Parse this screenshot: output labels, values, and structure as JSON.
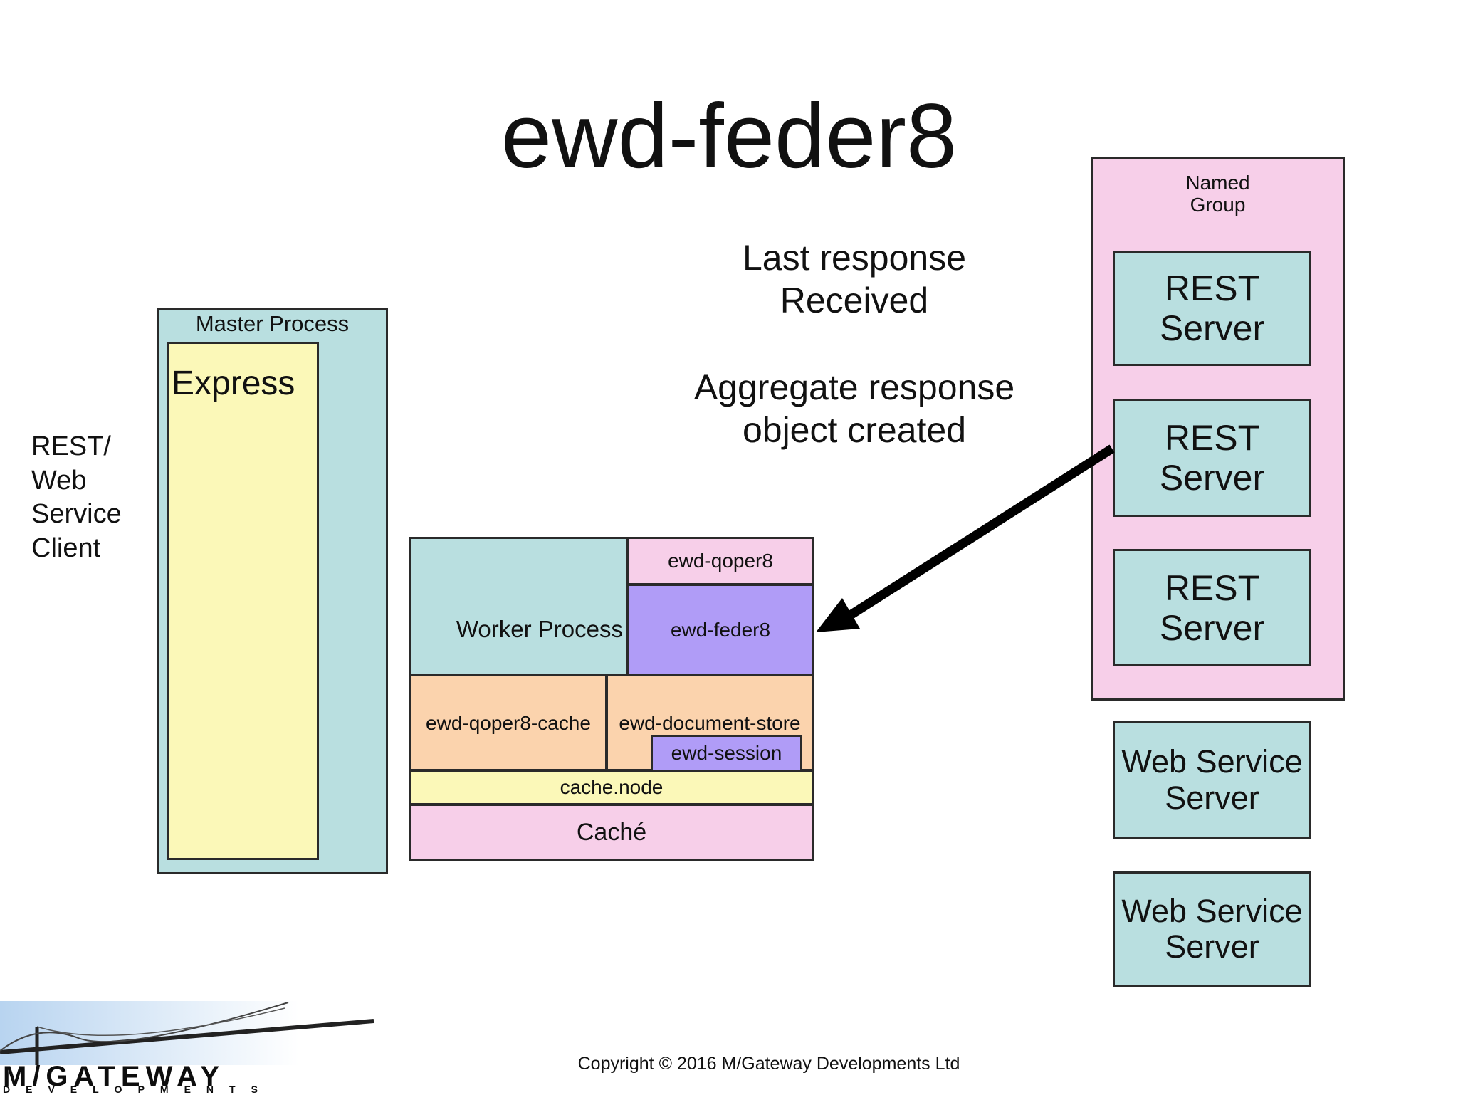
{
  "title": "ewd-feder8",
  "client_label": "REST/\nWeb\nService\nClient",
  "master_process": {
    "label": "Master Process",
    "express": "Express"
  },
  "annotations": {
    "last_response": "Last response\nReceived",
    "aggregate": "Aggregate response\nobject created"
  },
  "worker_stack": {
    "worker_process": "Worker Process",
    "qoper8": "ewd-qoper8",
    "feder8": "ewd-feder8",
    "qoper8_cache": "ewd-qoper8-cache",
    "document_store": "ewd-document-store",
    "session": "ewd-session",
    "cache_node": "cache.node",
    "cache": "Caché"
  },
  "named_group": {
    "label": "Named\nGroup",
    "servers": [
      "REST\nServer",
      "REST\nServer",
      "REST\nServer"
    ]
  },
  "web_service_servers": [
    "Web Service\nServer",
    "Web Service\nServer"
  ],
  "logo": {
    "line1": "M/GATEWAY",
    "line2": "DEVELOPMENTS"
  },
  "copyright": "Copyright © 2016 M/Gateway Developments Ltd",
  "colors": {
    "teal": "#b9dfe0",
    "yellow": "#fbf8b8",
    "pink": "#f7cfe9",
    "purple": "#b09cf7",
    "peach": "#fbd3ad"
  }
}
